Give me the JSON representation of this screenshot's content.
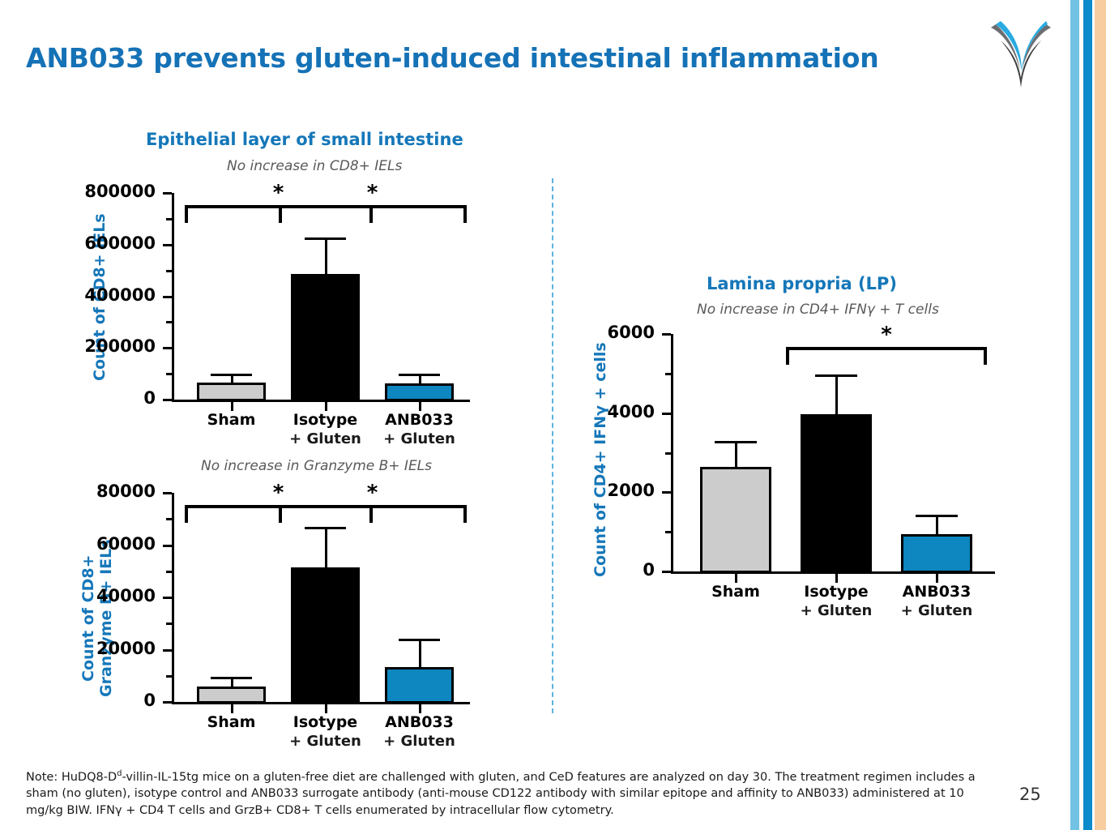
{
  "slide": {
    "title": "ANB033 prevents gluten-induced intestinal inflammation",
    "page_number": "25",
    "title_color": "#1572b6",
    "accent_color": "#1577b9",
    "logo_name": "company-antibody-y-logo"
  },
  "footnote": {
    "prefix": "Note: HuDQ8-D",
    "superscript": "d",
    "body": "-villin-IL-15tg mice on a gluten-free diet are challenged with gluten, and CeD features are analyzed on day 30. The treatment regimen includes a sham (no gluten), isotype control and ANB033 surrogate antibody (anti-mouse CD122 antibody with similar epitope and affinity to ANB033) administered at 10 mg/kg BIW. IFNγ + CD4 T cells and GrzB+ CD8+ T cells enumerated by intracellular flow cytometry."
  },
  "panels": {
    "left": {
      "heading": "Epithelial layer of small intestine"
    },
    "right": {
      "heading": "Lamina propria (LP)"
    }
  },
  "chart_data": [
    {
      "id": "cd8-iels",
      "type": "bar",
      "title": "Epithelial layer of small intestine",
      "subtitle": "No increase in CD8+ IELs",
      "xlabel": "",
      "ylabel": "Count of CD8+ IELs",
      "ylabel_lines": [
        "Count of CD8+ IELs"
      ],
      "categories": [
        "Sham",
        "Isotype",
        "ANB033"
      ],
      "category_sublabels": [
        "",
        "+ Gluten",
        "+ Gluten"
      ],
      "values": [
        65000,
        487000,
        63000
      ],
      "errors": [
        35000,
        140000,
        38000
      ],
      "colors": [
        "#cccccc",
        "#000000",
        "#0e86bf"
      ],
      "ylim": [
        0,
        800000
      ],
      "yticks": [
        0,
        200000,
        400000,
        600000,
        800000
      ],
      "ytick_labels": [
        "0",
        "200000",
        "400000",
        "600000",
        "800000"
      ],
      "grid": false,
      "annotations": [
        {
          "type": "significance-bracket",
          "from": "Sham",
          "to": "Isotype",
          "label": "*"
        },
        {
          "type": "significance-bracket",
          "from": "Isotype",
          "to": "ANB033",
          "label": "*"
        }
      ]
    },
    {
      "id": "grzb-iels",
      "type": "bar",
      "title": "",
      "subtitle": "No increase in Granzyme B+ IELs",
      "xlabel": "",
      "ylabel": "Count of CD8+ Granzyme B+ IELs",
      "ylabel_lines": [
        "Count of CD8+",
        "Granzyme B+ IELs"
      ],
      "categories": [
        "Sham",
        "Isotype",
        "ANB033"
      ],
      "category_sublabels": [
        "",
        "+ Gluten",
        "+ Gluten"
      ],
      "values": [
        5800,
        51500,
        13200
      ],
      "errors": [
        3800,
        15500,
        11000
      ],
      "colors": [
        "#cccccc",
        "#000000",
        "#0e86bf"
      ],
      "ylim": [
        0,
        80000
      ],
      "yticks": [
        0,
        20000,
        40000,
        60000,
        80000
      ],
      "ytick_labels": [
        "0",
        "20000",
        "40000",
        "60000",
        "80000"
      ],
      "grid": false,
      "annotations": [
        {
          "type": "significance-bracket",
          "from": "Sham",
          "to": "Isotype",
          "label": "*"
        },
        {
          "type": "significance-bracket",
          "from": "Isotype",
          "to": "ANB033",
          "label": "*"
        }
      ]
    },
    {
      "id": "cd4-ifng",
      "type": "bar",
      "title": "Lamina propria (LP)",
      "subtitle": "No increase in CD4+ IFNγ + T cells",
      "xlabel": "",
      "ylabel": "Count of CD4+ IFNγ + cells",
      "ylabel_lines": [
        "Count of CD4+ IFNγ + cells"
      ],
      "categories": [
        "Sham",
        "Isotype",
        "ANB033"
      ],
      "category_sublabels": [
        "",
        "+ Gluten",
        "+ Gluten"
      ],
      "values": [
        2650,
        3970,
        940
      ],
      "errors": [
        650,
        1000,
        490
      ],
      "colors": [
        "#cccccc",
        "#000000",
        "#0e86bf"
      ],
      "ylim": [
        0,
        6000
      ],
      "yticks": [
        0,
        2000,
        4000,
        6000
      ],
      "ytick_labels": [
        "0",
        "2000",
        "4000",
        "6000"
      ],
      "grid": false,
      "annotations": [
        {
          "type": "significance-bracket",
          "from": "Isotype",
          "to": "ANB033",
          "label": "*"
        }
      ]
    }
  ]
}
